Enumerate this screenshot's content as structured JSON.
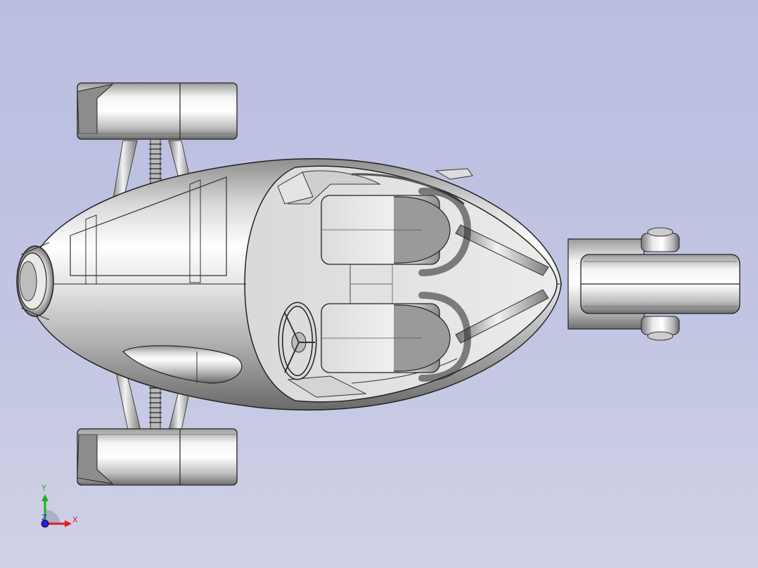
{
  "scene": {
    "background_top": "#b9bde0",
    "background_bottom": "#cfd1e6"
  },
  "model": {
    "view": "top",
    "parts": [
      "body-shell",
      "cockpit",
      "seat-left",
      "seat-right",
      "steering-wheel",
      "front-wheel-left",
      "front-wheel-right",
      "rear-wheel",
      "suspension-spring-top",
      "suspension-spring-bottom",
      "intake-nose"
    ]
  },
  "triad": {
    "y_label": "Y",
    "z_label": "Z",
    "x_label": "X",
    "y_color": "#1db11d",
    "x_color": "#e02020",
    "z_color": "#2020e0"
  }
}
